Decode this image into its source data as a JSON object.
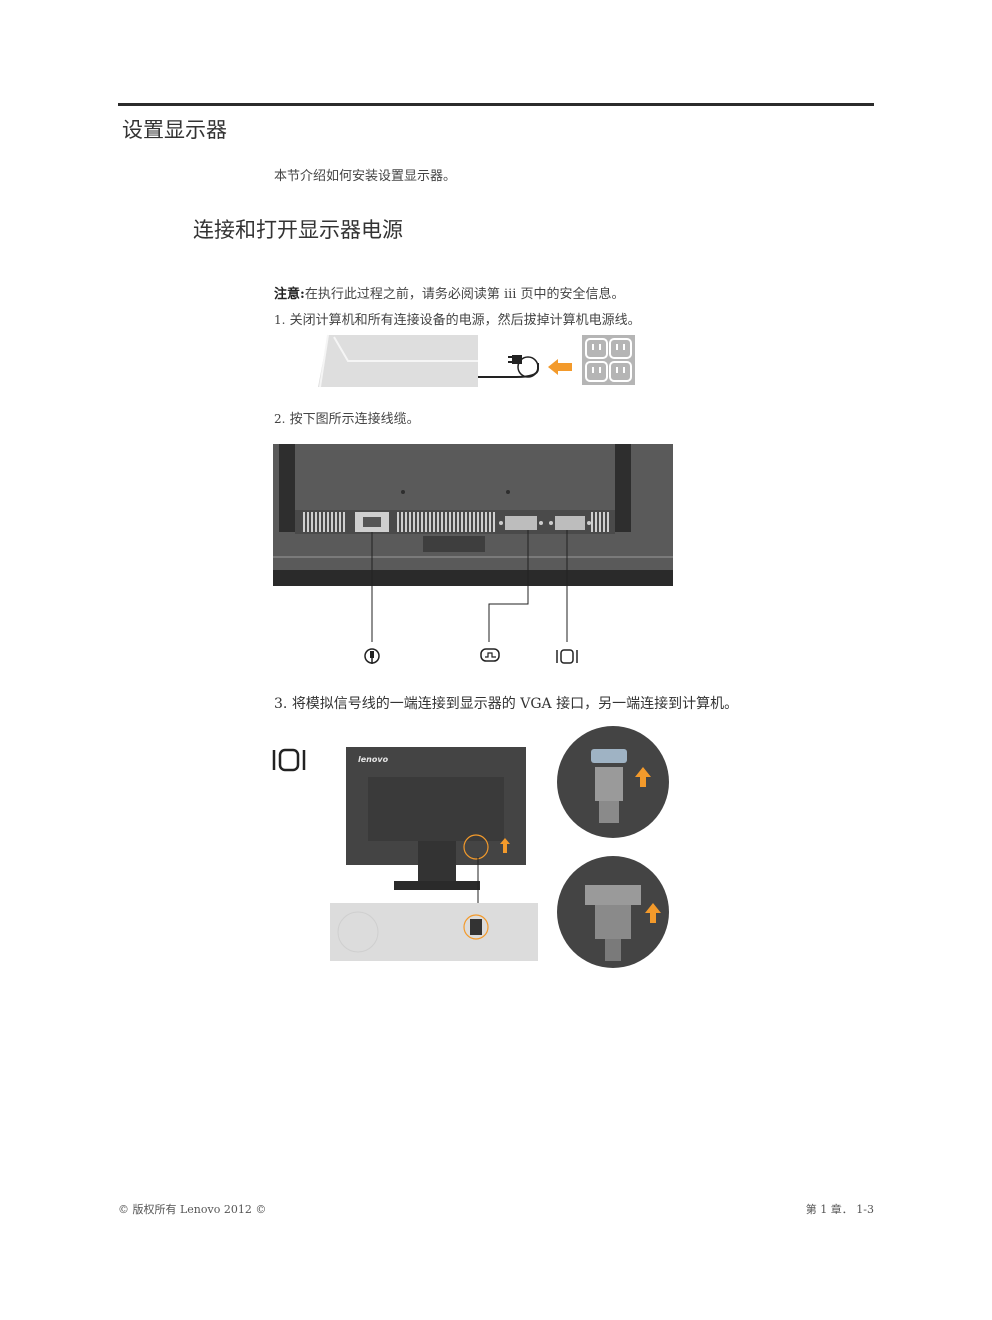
{
  "section_title": "设置显示器",
  "intro": "本节介绍如何安装设置显示器。",
  "subsection_title": "连接和打开显示器电源",
  "note": {
    "label": "注意:",
    "text": "在执行此过程之前，请务必阅读第 iii 页中的安全信息。"
  },
  "steps": [
    {
      "num": "1.",
      "text": "关闭计算机和所有连接设备的电源，然后拔掉计算机电源线。"
    },
    {
      "num": "2.",
      "text": "按下图所示连接线缆。"
    },
    {
      "num": "3.",
      "text": "将模拟信号线的一端连接到显示器的 VGA 接口，另一端连接到计算机。"
    }
  ],
  "figure_brand": "lenovo",
  "footer": {
    "left": "© 版权所有 Lenovo 2012 ©",
    "right": "第 1 章． 1-3"
  },
  "colors": {
    "rule": "#2b2b2b",
    "accent_arrow": "#f39a2b",
    "monitor_dark": "#444444",
    "panel_gray": "#dcdcdc"
  }
}
